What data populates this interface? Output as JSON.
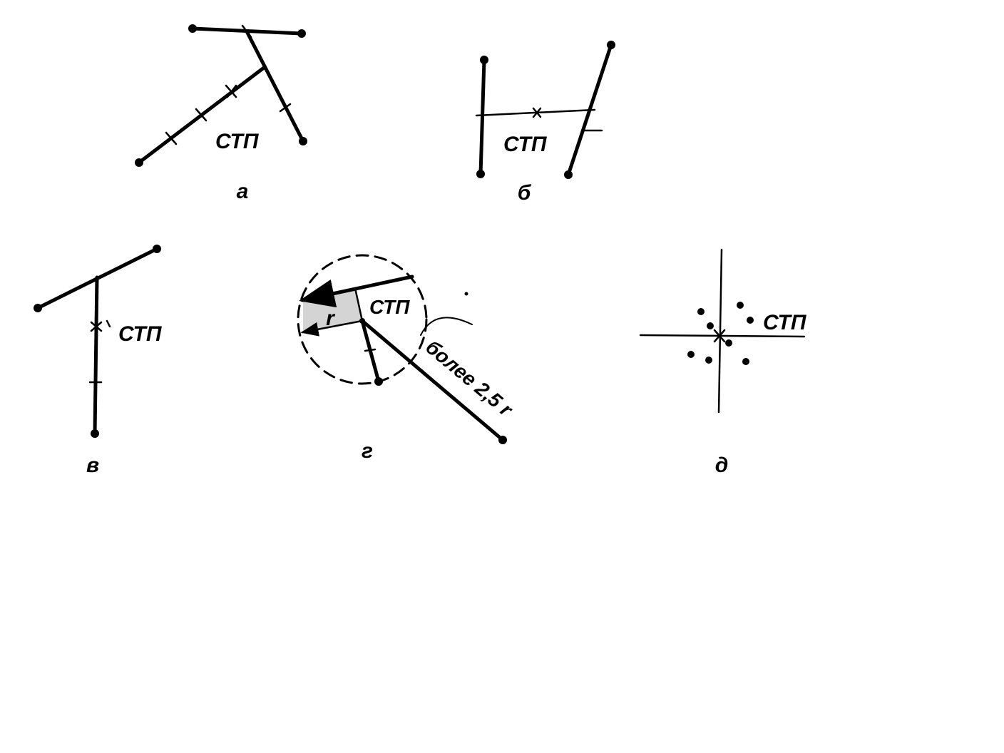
{
  "labels": {
    "stp": "СТП",
    "r": "r",
    "more": "более 2,5 r"
  },
  "panels": {
    "a": {
      "letter": "а"
    },
    "b": {
      "letter": "б"
    },
    "v": {
      "letter": "в"
    },
    "g": {
      "letter": "г"
    },
    "d": {
      "letter": "д"
    }
  },
  "colors": {
    "ink": "#000000",
    "shade": "#d4d4d4",
    "background": "#ffffff"
  }
}
